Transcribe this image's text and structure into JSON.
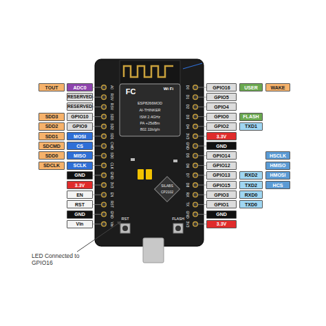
{
  "diagram": {
    "labels": [
      "TOUT",
      "ADC0",
      "RESERVED",
      "RESERVED",
      "SDD3",
      "GPIO10",
      "SDD2",
      "GPIO9",
      "SDD1",
      "MOSI",
      "SDCMD",
      "CS",
      "SDD0",
      "MISO",
      "SDCLK",
      "SCLK",
      "GND",
      "3.3V",
      "EN",
      "RST",
      "GND",
      "Vin",
      "GPIO16",
      "USER",
      "WAKE",
      "GPIO5",
      "GPIO4",
      "GPIO0",
      "FLASH",
      "GPIO2",
      "TXD1",
      "3.3V",
      "GND",
      "GPIO14",
      "HSCLK",
      "GPIO12",
      "HMISO",
      "GPIO13",
      "RXD2",
      "HMOSI",
      "GPIO15",
      "TXD2",
      "HCS",
      "GPIO3",
      "RXD0",
      "GPIO1",
      "TXD0",
      "GND",
      "3.3V",
      "A0",
      "RSV",
      "RSV",
      "SD3",
      "SD2",
      "SD1",
      "CMD",
      "SD0",
      "CLK",
      "GND",
      "3V3",
      "EN",
      "RST",
      "GND",
      "Vin",
      "D0",
      "D1",
      "D2",
      "D3",
      "D4",
      "3V3",
      "GND",
      "D5",
      "D6",
      "D7",
      "D8",
      "RX",
      "TX",
      "GND",
      "3V3",
      "Wi Fi",
      "FC",
      "ESP8266MOD",
      "AI-THINKER",
      "ISM 2.4GHz",
      "PA +25dBm",
      "802.11b/g/n",
      "SILABS",
      "CP2102",
      "RST",
      "FLASH",
      "LED Connected to GPIO16"
    ]
  }
}
